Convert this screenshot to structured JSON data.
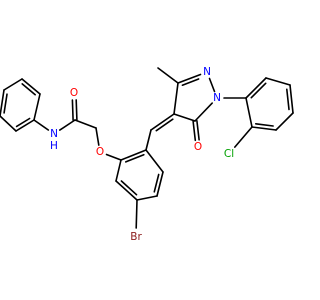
{
  "colors": {
    "bond": "#000000",
    "O": "#ff0000",
    "N": "#0000ff",
    "Cl": "#00a000",
    "Br": "#8b1a1a",
    "background": "#ffffff"
  },
  "molecule": {
    "labels": {
      "O_ketone": "O",
      "N1": "N",
      "N2": "N",
      "Cl": "Cl",
      "O_carbonyl": "O",
      "N_amide": "N",
      "H_amide": "H",
      "O_ether": "O",
      "Br": "Br"
    },
    "label_elements": {
      "O_ketone": "O",
      "N1": "N",
      "N2": "N",
      "Cl": "Cl",
      "O_carbonyl": "O",
      "N_amide": "N",
      "H_amide": "N",
      "O_ether": "O",
      "Br": "Br"
    }
  }
}
